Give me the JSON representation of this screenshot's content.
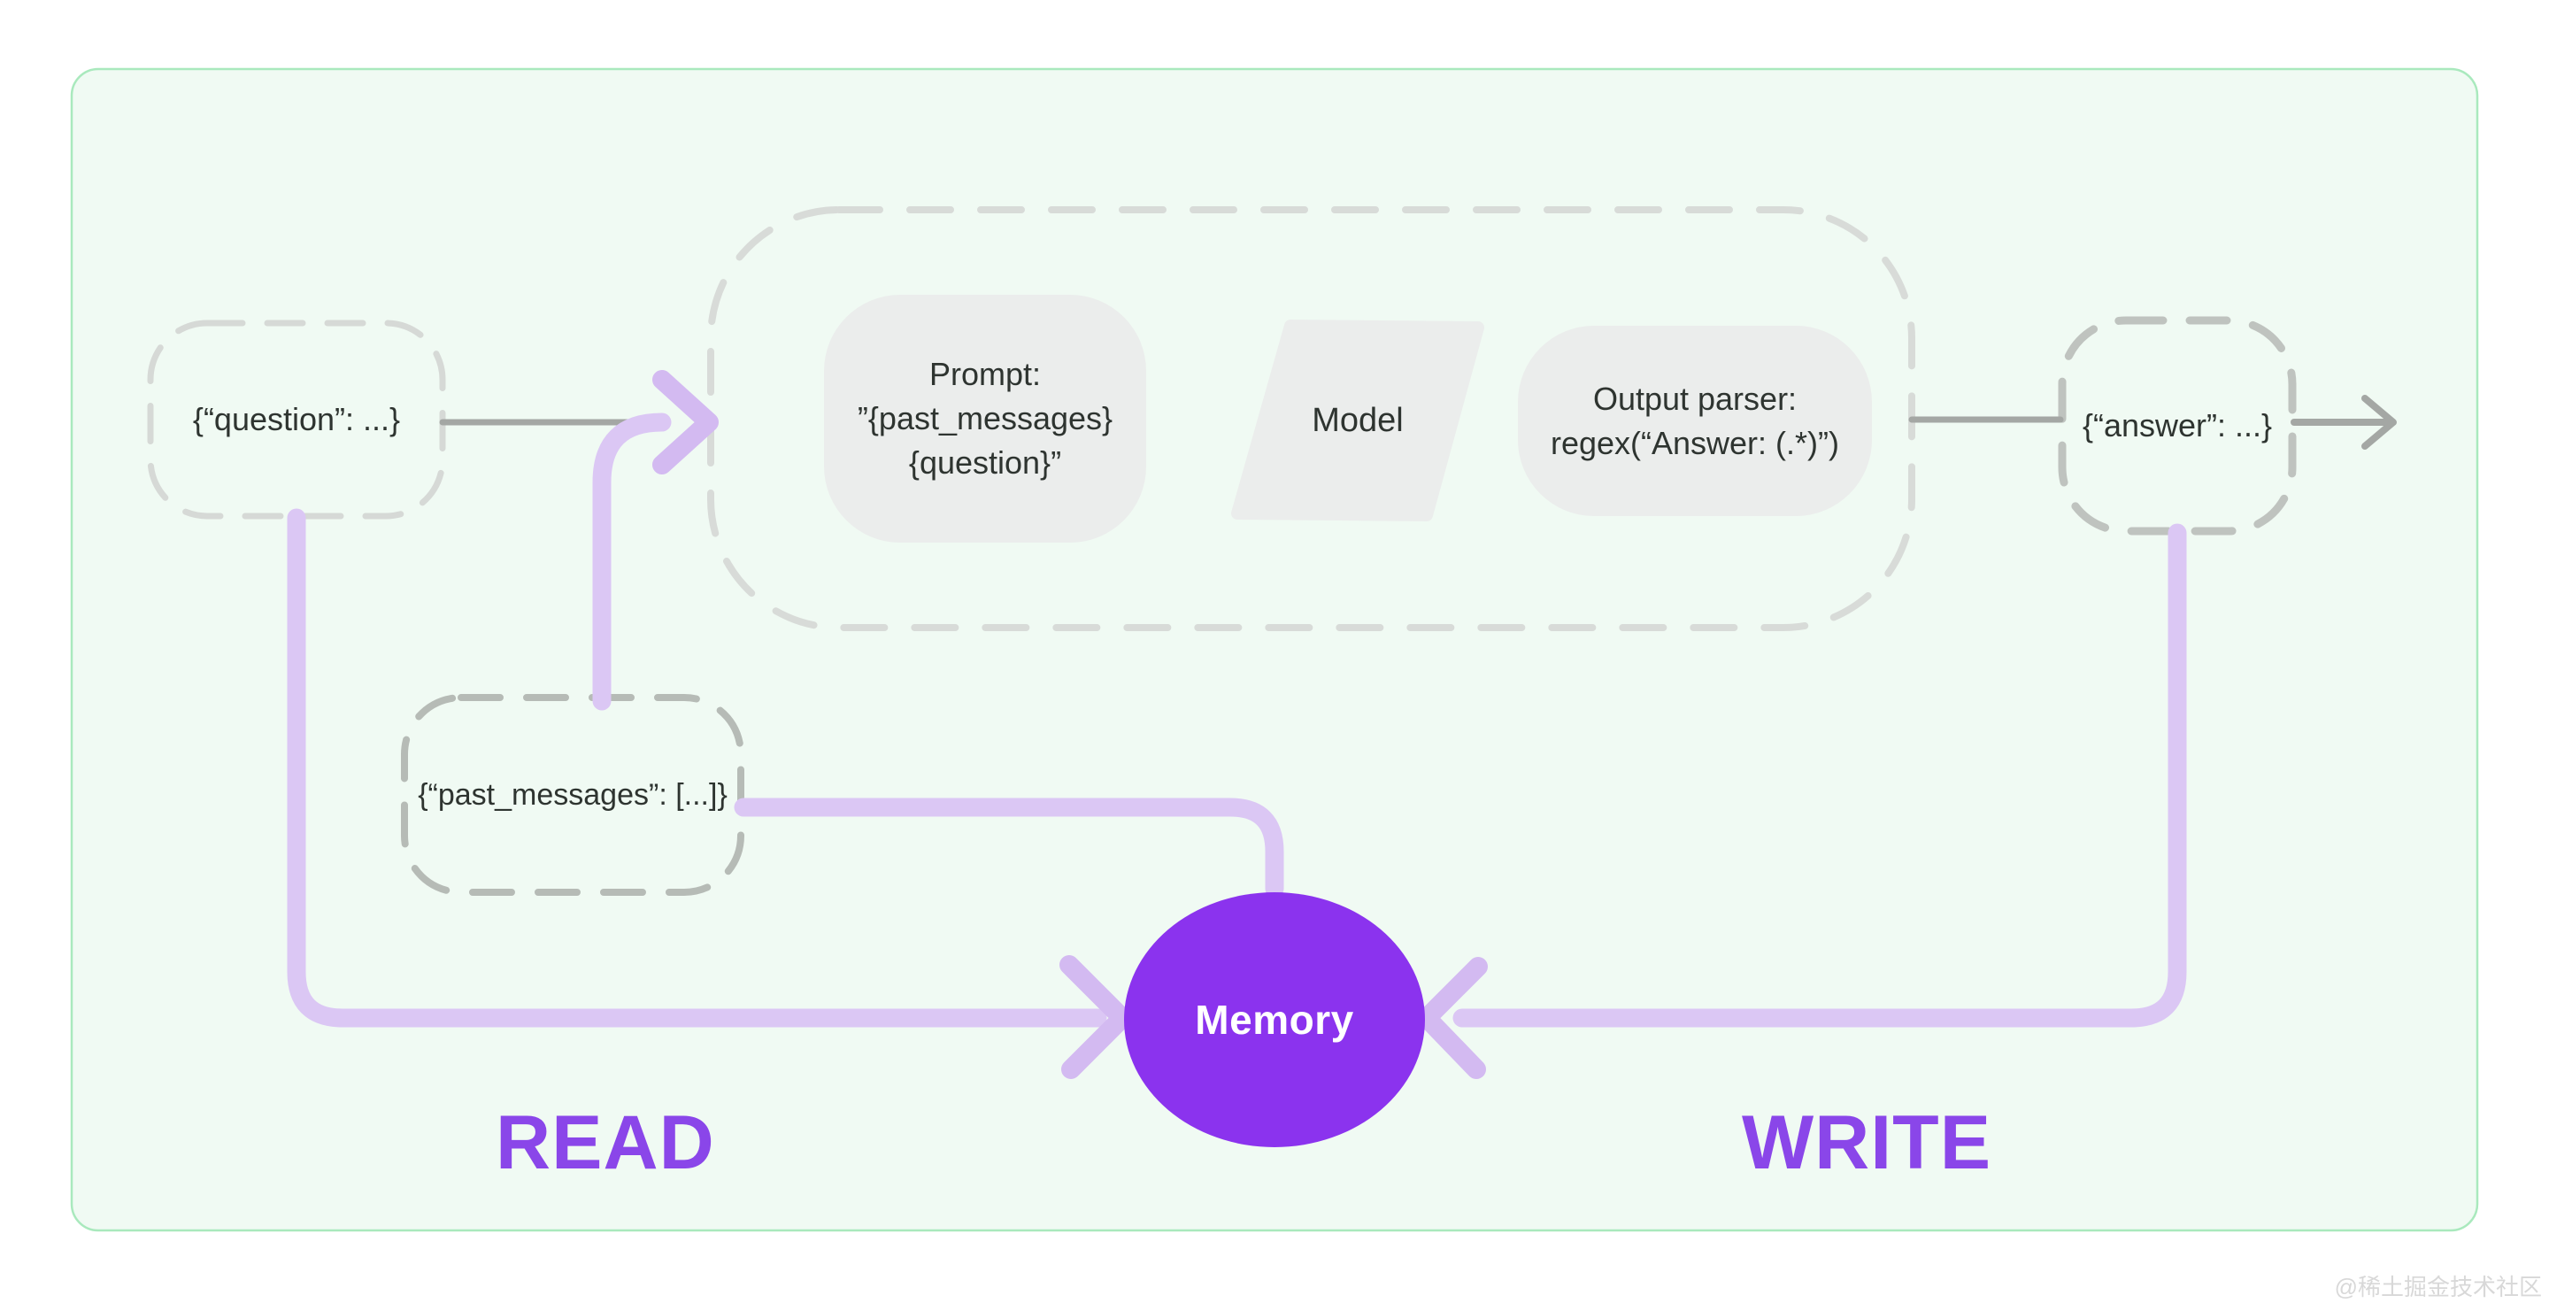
{
  "page": {
    "background": "#ffffff"
  },
  "panel": {
    "fill": "#f0faf3",
    "border": "#a9e9bd"
  },
  "colors": {
    "node_fill": "#ebedec",
    "dashed_light_gray": "#d6d9d6",
    "dashed_container_gray": "#d8dbd8",
    "dashed_answer_gray": "#bfc3bf",
    "dashed_past_gray": "#b6bbb6",
    "connector_gray": "#a4a7a4",
    "flow_purple": "#dbc7f4",
    "flow_purple_arrow": "#d3baf1",
    "memory_fill": "#8b33ee",
    "label_purple": "#8a46e9",
    "text_dark": "#2e3430",
    "watermark_gray": "#d8d8d8"
  },
  "nodes": {
    "question": {
      "label": "{“question”: ...}"
    },
    "prompt": {
      "line1": "Prompt:",
      "line2": "”{past_messages}",
      "line3": "{question}”"
    },
    "model": {
      "label": "Model"
    },
    "output_parser": {
      "line1": "Output parser:",
      "line2": "regex(“Answer: (.*)”)"
    },
    "answer": {
      "label": "{“answer”: ...}"
    },
    "past_messages": {
      "label": "{“past_messages”: [...]}"
    },
    "memory": {
      "label": "Memory"
    }
  },
  "flow_labels": {
    "read": "READ",
    "write": "WRITE"
  },
  "watermark": "@稀土掘金技术社区"
}
